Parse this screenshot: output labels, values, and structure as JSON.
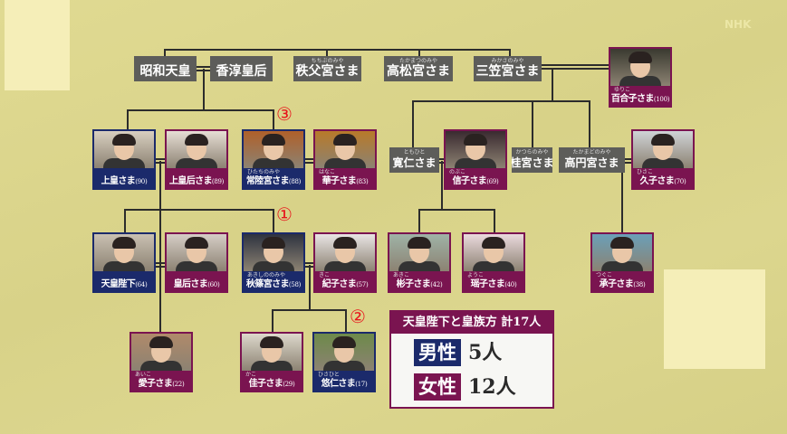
{
  "colors": {
    "male": "#1b2a6b",
    "female": "#7a1450",
    "gray_box": "#5d5d5a",
    "background": "#dcd68c",
    "marker": "#e8141c"
  },
  "top_row": [
    {
      "name": "昭和天皇",
      "ruby": ""
    },
    {
      "name": "香淳皇后",
      "ruby": ""
    },
    {
      "name": "秩父宮さま",
      "ruby": "ちちぶのみや"
    },
    {
      "name": "高松宮さま",
      "ruby": "たかまつのみや"
    },
    {
      "name": "三笠宮さま",
      "ruby": "みかさのみや"
    }
  ],
  "deceased_row2": [
    {
      "name": "寛仁さま",
      "ruby": "ともひと"
    },
    {
      "name": "桂宮さま",
      "ruby": "かつらのみや"
    },
    {
      "name": "高円宮さま",
      "ruby": "たかまどのみや"
    }
  ],
  "members": [
    {
      "name": "百合子さま",
      "age": "(100)",
      "ruby": "ゆりこ",
      "sex": "f"
    },
    {
      "name": "上皇さま",
      "age": "(90)",
      "ruby": "",
      "sex": "m"
    },
    {
      "name": "上皇后さま",
      "age": "(89)",
      "ruby": "",
      "sex": "f"
    },
    {
      "name": "常陸宮さま",
      "age": "(88)",
      "ruby": "ひたちのみや",
      "sex": "m"
    },
    {
      "name": "華子さま",
      "age": "(83)",
      "ruby": "はなこ",
      "sex": "f"
    },
    {
      "name": "信子さま",
      "age": "(69)",
      "ruby": "のぶこ",
      "sex": "f"
    },
    {
      "name": "久子さま",
      "age": "(70)",
      "ruby": "ひさこ",
      "sex": "f"
    },
    {
      "name": "天皇陛下",
      "age": "(64)",
      "ruby": "",
      "sex": "m"
    },
    {
      "name": "皇后さま",
      "age": "(60)",
      "ruby": "",
      "sex": "f"
    },
    {
      "name": "秋篠宮さま",
      "age": "(58)",
      "ruby": "あきしののみや",
      "sex": "m"
    },
    {
      "name": "紀子さま",
      "age": "(57)",
      "ruby": "きこ",
      "sex": "f"
    },
    {
      "name": "彬子さま",
      "age": "(42)",
      "ruby": "あきこ",
      "sex": "f"
    },
    {
      "name": "瑶子さま",
      "age": "(40)",
      "ruby": "ようこ",
      "sex": "f"
    },
    {
      "name": "承子さま",
      "age": "(38)",
      "ruby": "つぐこ",
      "sex": "f"
    },
    {
      "name": "愛子さま",
      "age": "(22)",
      "ruby": "あいこ",
      "sex": "f"
    },
    {
      "name": "佳子さま",
      "age": "(29)",
      "ruby": "かこ",
      "sex": "f"
    },
    {
      "name": "悠仁さま",
      "age": "(17)",
      "ruby": "ひさひと",
      "sex": "m"
    }
  ],
  "markers": [
    "③",
    "①",
    "②"
  ],
  "summary": {
    "title": "天皇陛下と皇族方 計17人",
    "male_label": "男性",
    "male_count": "5人",
    "female_label": "女性",
    "female_count": "12人"
  },
  "watermark": "NHK"
}
